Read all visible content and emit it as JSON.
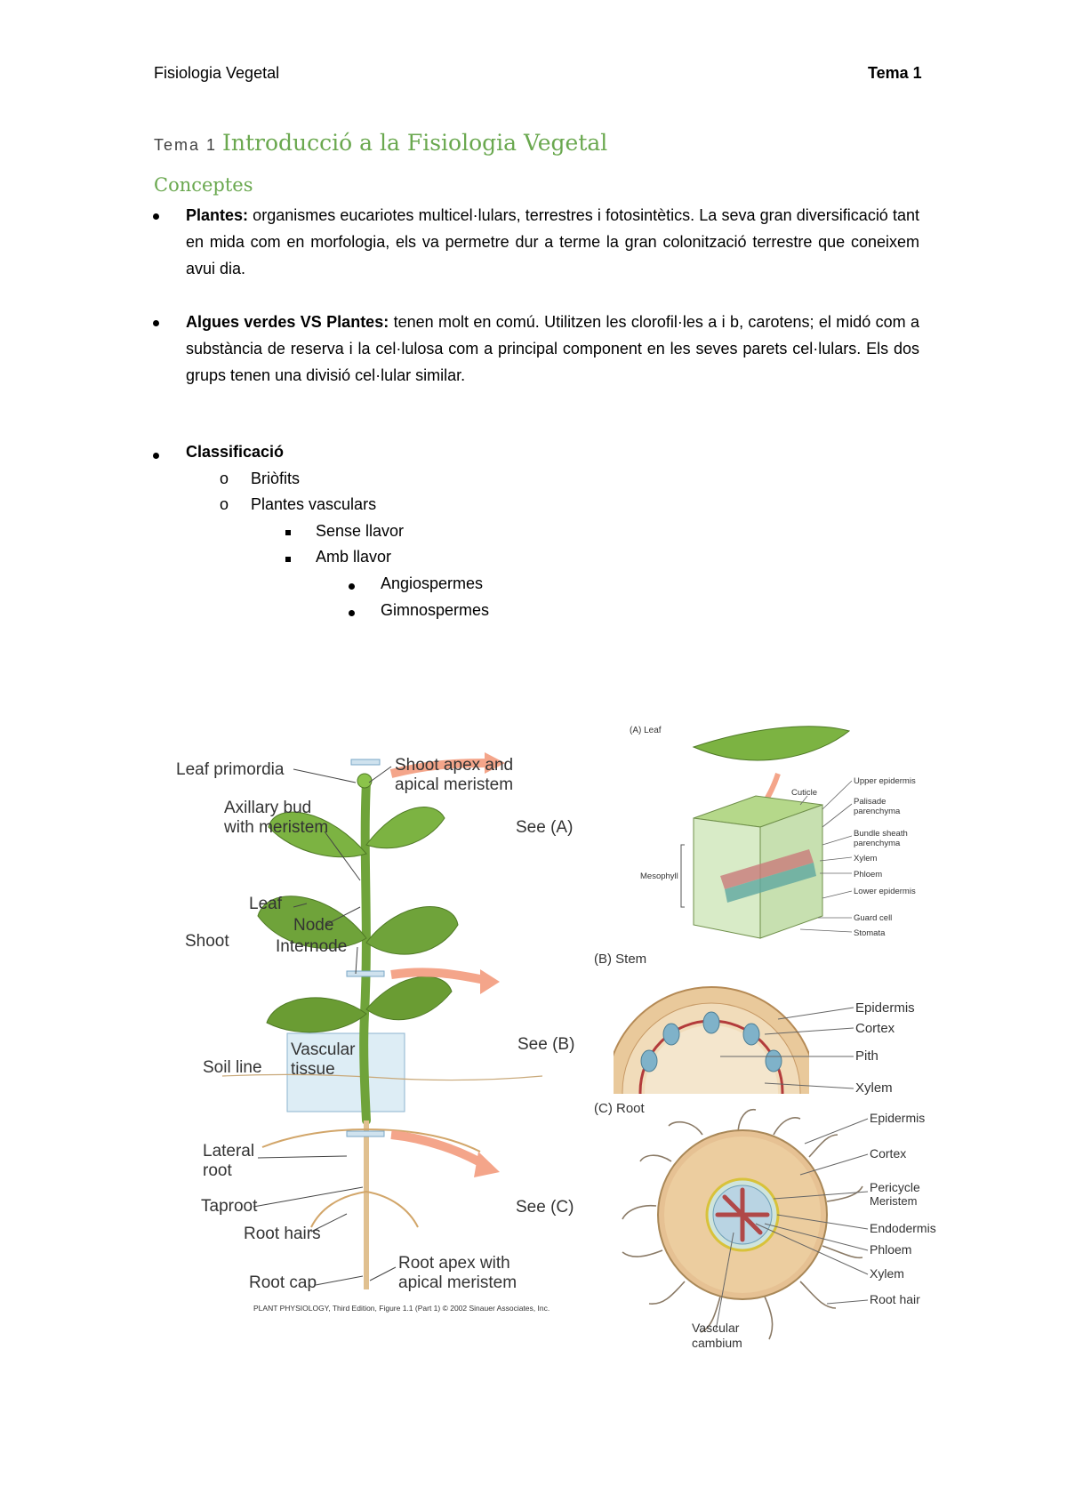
{
  "header": {
    "left": "Fisiologia Vegetal",
    "right": "Tema 1"
  },
  "title": {
    "prefix": "Tema 1",
    "main": "Introducció a la Fisiologia Vegetal"
  },
  "section_title": "Conceptes",
  "bullets": [
    {
      "bold": "Plantes:",
      "text": " organismes eucariotes multicel·lulars, terrestres i fotosintètics. La seva gran diversificació tant en mida com en morfologia, els va permetre dur a terme la gran colonització terrestre que coneixem avui dia."
    },
    {
      "bold": "Algues verdes VS Plantes:",
      "text": " tenen molt en comú. Utilitzen les clorofil·les a i b, carotens; el midó com a substància de reserva i la cel·lulosa com a principal component en les seves parets cel·lulars. Els dos grups tenen una divisió cel·lular similar."
    }
  ],
  "classification": {
    "label": "Classificació",
    "level1": [
      "Briòfits",
      "Plantes vasculars"
    ],
    "level2": [
      "Sense llavor",
      "Amb llavor"
    ],
    "level3": [
      "Angiospermes",
      "Gimnospermes"
    ]
  },
  "figure_plant": {
    "labels": {
      "leaf_primordia": "Leaf primordia",
      "shoot_apex_1": "Shoot apex and",
      "shoot_apex_2": "apical meristem",
      "axillary_1": "Axillary bud",
      "axillary_2": "with meristem",
      "see_a": "See (A)",
      "leaf": "Leaf",
      "node": "Node",
      "internode": "Internode",
      "shoot": "Shoot",
      "vascular_1": "Vascular",
      "vascular_2": "tissue",
      "see_b": "See (B)",
      "soil_line": "Soil line",
      "lateral_1": "Lateral",
      "lateral_2": "root",
      "taproot": "Taproot",
      "see_c": "See (C)",
      "root_hairs": "Root hairs",
      "root_apex_1": "Root apex with",
      "root_apex_2": "apical meristem",
      "root_cap": "Root cap",
      "credit": "PLANT PHYSIOLOGY, Third Edition, Figure 1.1 (Part 1)  © 2002 Sinauer Associates, Inc."
    }
  },
  "figure_leaf": {
    "title": "(A) Leaf",
    "labels": [
      "Upper epidermis",
      "Cuticle",
      "Palisade",
      "parenchyma",
      "Bundle sheath",
      "parenchyma",
      "Xylem",
      "Phloem",
      "Lower epidermis",
      "Guard cell",
      "Stomata",
      "Mesophyll"
    ]
  },
  "figure_stem": {
    "title": "(B) Stem",
    "labels": [
      "Epidermis",
      "Cortex",
      "Pith",
      "Xylem"
    ]
  },
  "figure_root": {
    "title": "(C) Root",
    "labels": [
      "Epidermis",
      "Cortex",
      "Pericycle",
      "Meristem",
      "Endodermis",
      "Phloem",
      "Xylem",
      "Root hair",
      "Vascular",
      "cambium"
    ]
  },
  "colors": {
    "accent_green": "#6aa84f",
    "arrow": "#f4a58a",
    "leaf_green": "#6fa33a",
    "tissue": "#e8c9a0"
  }
}
